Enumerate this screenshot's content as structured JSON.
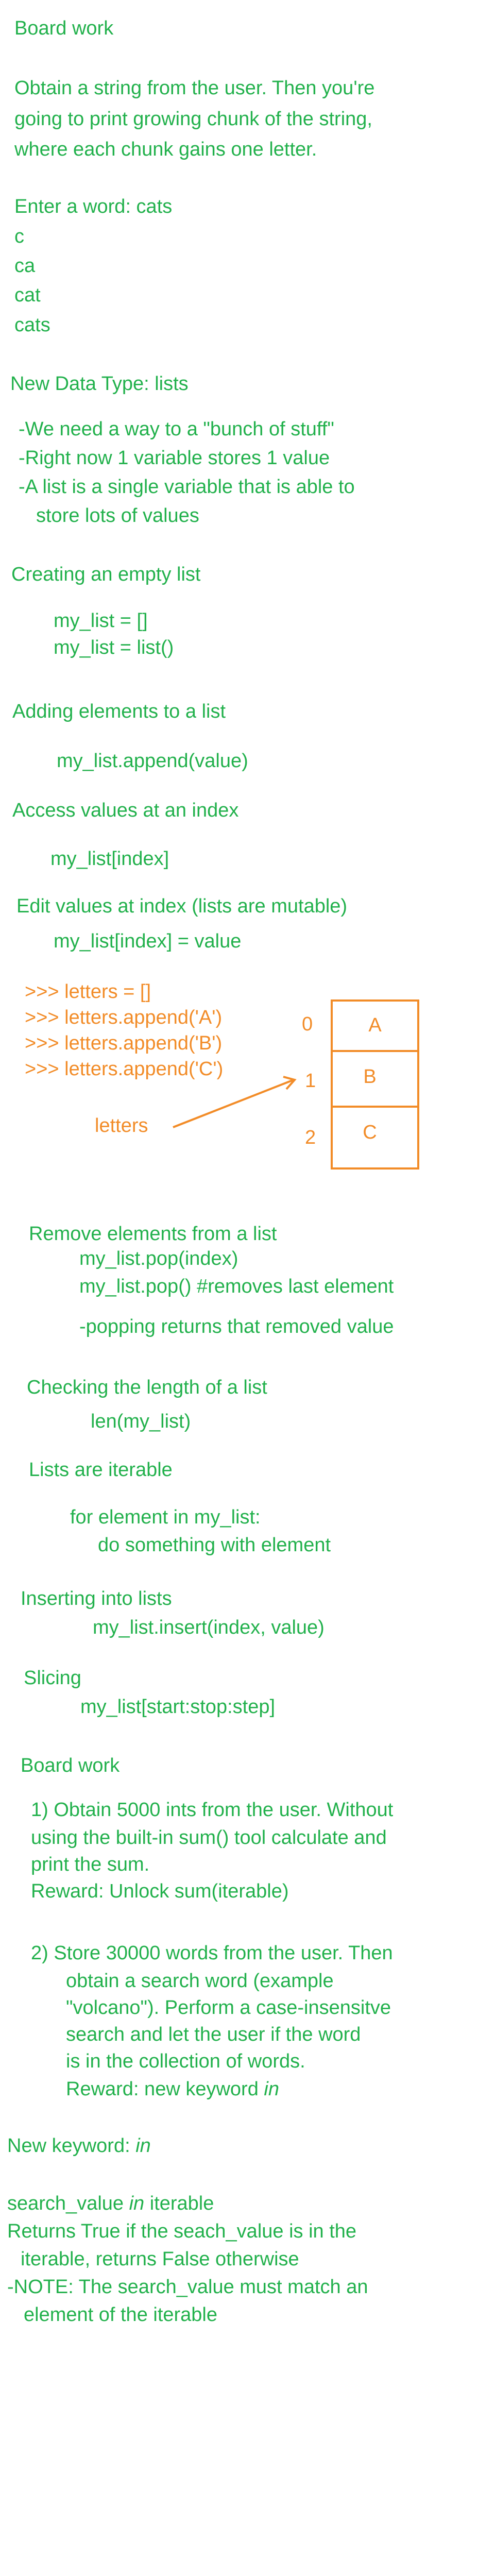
{
  "board1": {
    "title": "Board work",
    "lines": [
      "Obtain a string from the user. Then you're",
      "going to print growing chunk of the string,",
      "where each chunk gains one letter."
    ],
    "example": [
      "Enter a word: cats",
      "c",
      "ca",
      "cat",
      "cats"
    ]
  },
  "lists_intro": {
    "title": "New Data Type: lists",
    "lines": [
      "-We need a way to a \"bunch of stuff\"",
      "-Right now 1 variable stores 1 value",
      "-A list is a single variable that is able to",
      "store lots of values"
    ]
  },
  "empty": {
    "title": "Creating an empty list",
    "code": [
      "my_list = []",
      "my_list = list()"
    ]
  },
  "adding": {
    "title": "Adding elements to a list",
    "code": "my_list.append(value)"
  },
  "access": {
    "title": "Access values at an index",
    "code": "my_list[index]"
  },
  "edit": {
    "title": "Edit values at index (lists are mutable)",
    "code": "my_list[index] = value"
  },
  "example": {
    "code": [
      ">>> letters = []",
      ">>> letters.append('A')",
      ">>> letters.append('B')",
      ">>> letters.append('C')"
    ],
    "var_label": "letters",
    "indices": [
      "0",
      "1",
      "2"
    ],
    "cells": [
      "A",
      "B",
      "C"
    ],
    "color": "#f28c28"
  },
  "remove": {
    "title": "Remove elements from a list",
    "code": [
      "my_list.pop(index)",
      "my_list.pop() #removes last element"
    ],
    "note": "-popping returns that removed value"
  },
  "length": {
    "title": "Checking the length of a list",
    "code": "len(my_list)"
  },
  "iterable": {
    "title": "Lists are iterable",
    "code": [
      "for element in my_list:",
      "do something with element"
    ]
  },
  "inserting": {
    "title": "Inserting into lists",
    "code": "my_list.insert(index, value)"
  },
  "slicing": {
    "title": "Slicing",
    "code": "my_list[start:stop:step]"
  },
  "board2": {
    "title": "Board work",
    "task1": [
      "1) Obtain 5000 ints from the user. Without",
      "using the built-in sum() tool calculate and",
      "print the sum.",
      "Reward: Unlock sum(iterable)"
    ],
    "task2": [
      "2)  Store 30000 words from the user. Then",
      "obtain a search word (example",
      "\"volcano\"). Perform a case-insensitve",
      "search and let the user if the word",
      "is in the collection of words."
    ],
    "task2_reward": "Reward: new keyword",
    "task2_reward_kw": "in"
  },
  "keyword": {
    "title": "New keyword:",
    "title_kw": "in",
    "syntax_pre": "search_value",
    "syntax_kw": "in",
    "syntax_post": "iterable",
    "lines": [
      "Returns True if the seach_value is in the",
      "iterable, returns False otherwise",
      "-NOTE: The search_value must match an",
      "element of the iterable"
    ]
  },
  "colors": {
    "green": "#22b14c",
    "orange": "#f28c28"
  }
}
